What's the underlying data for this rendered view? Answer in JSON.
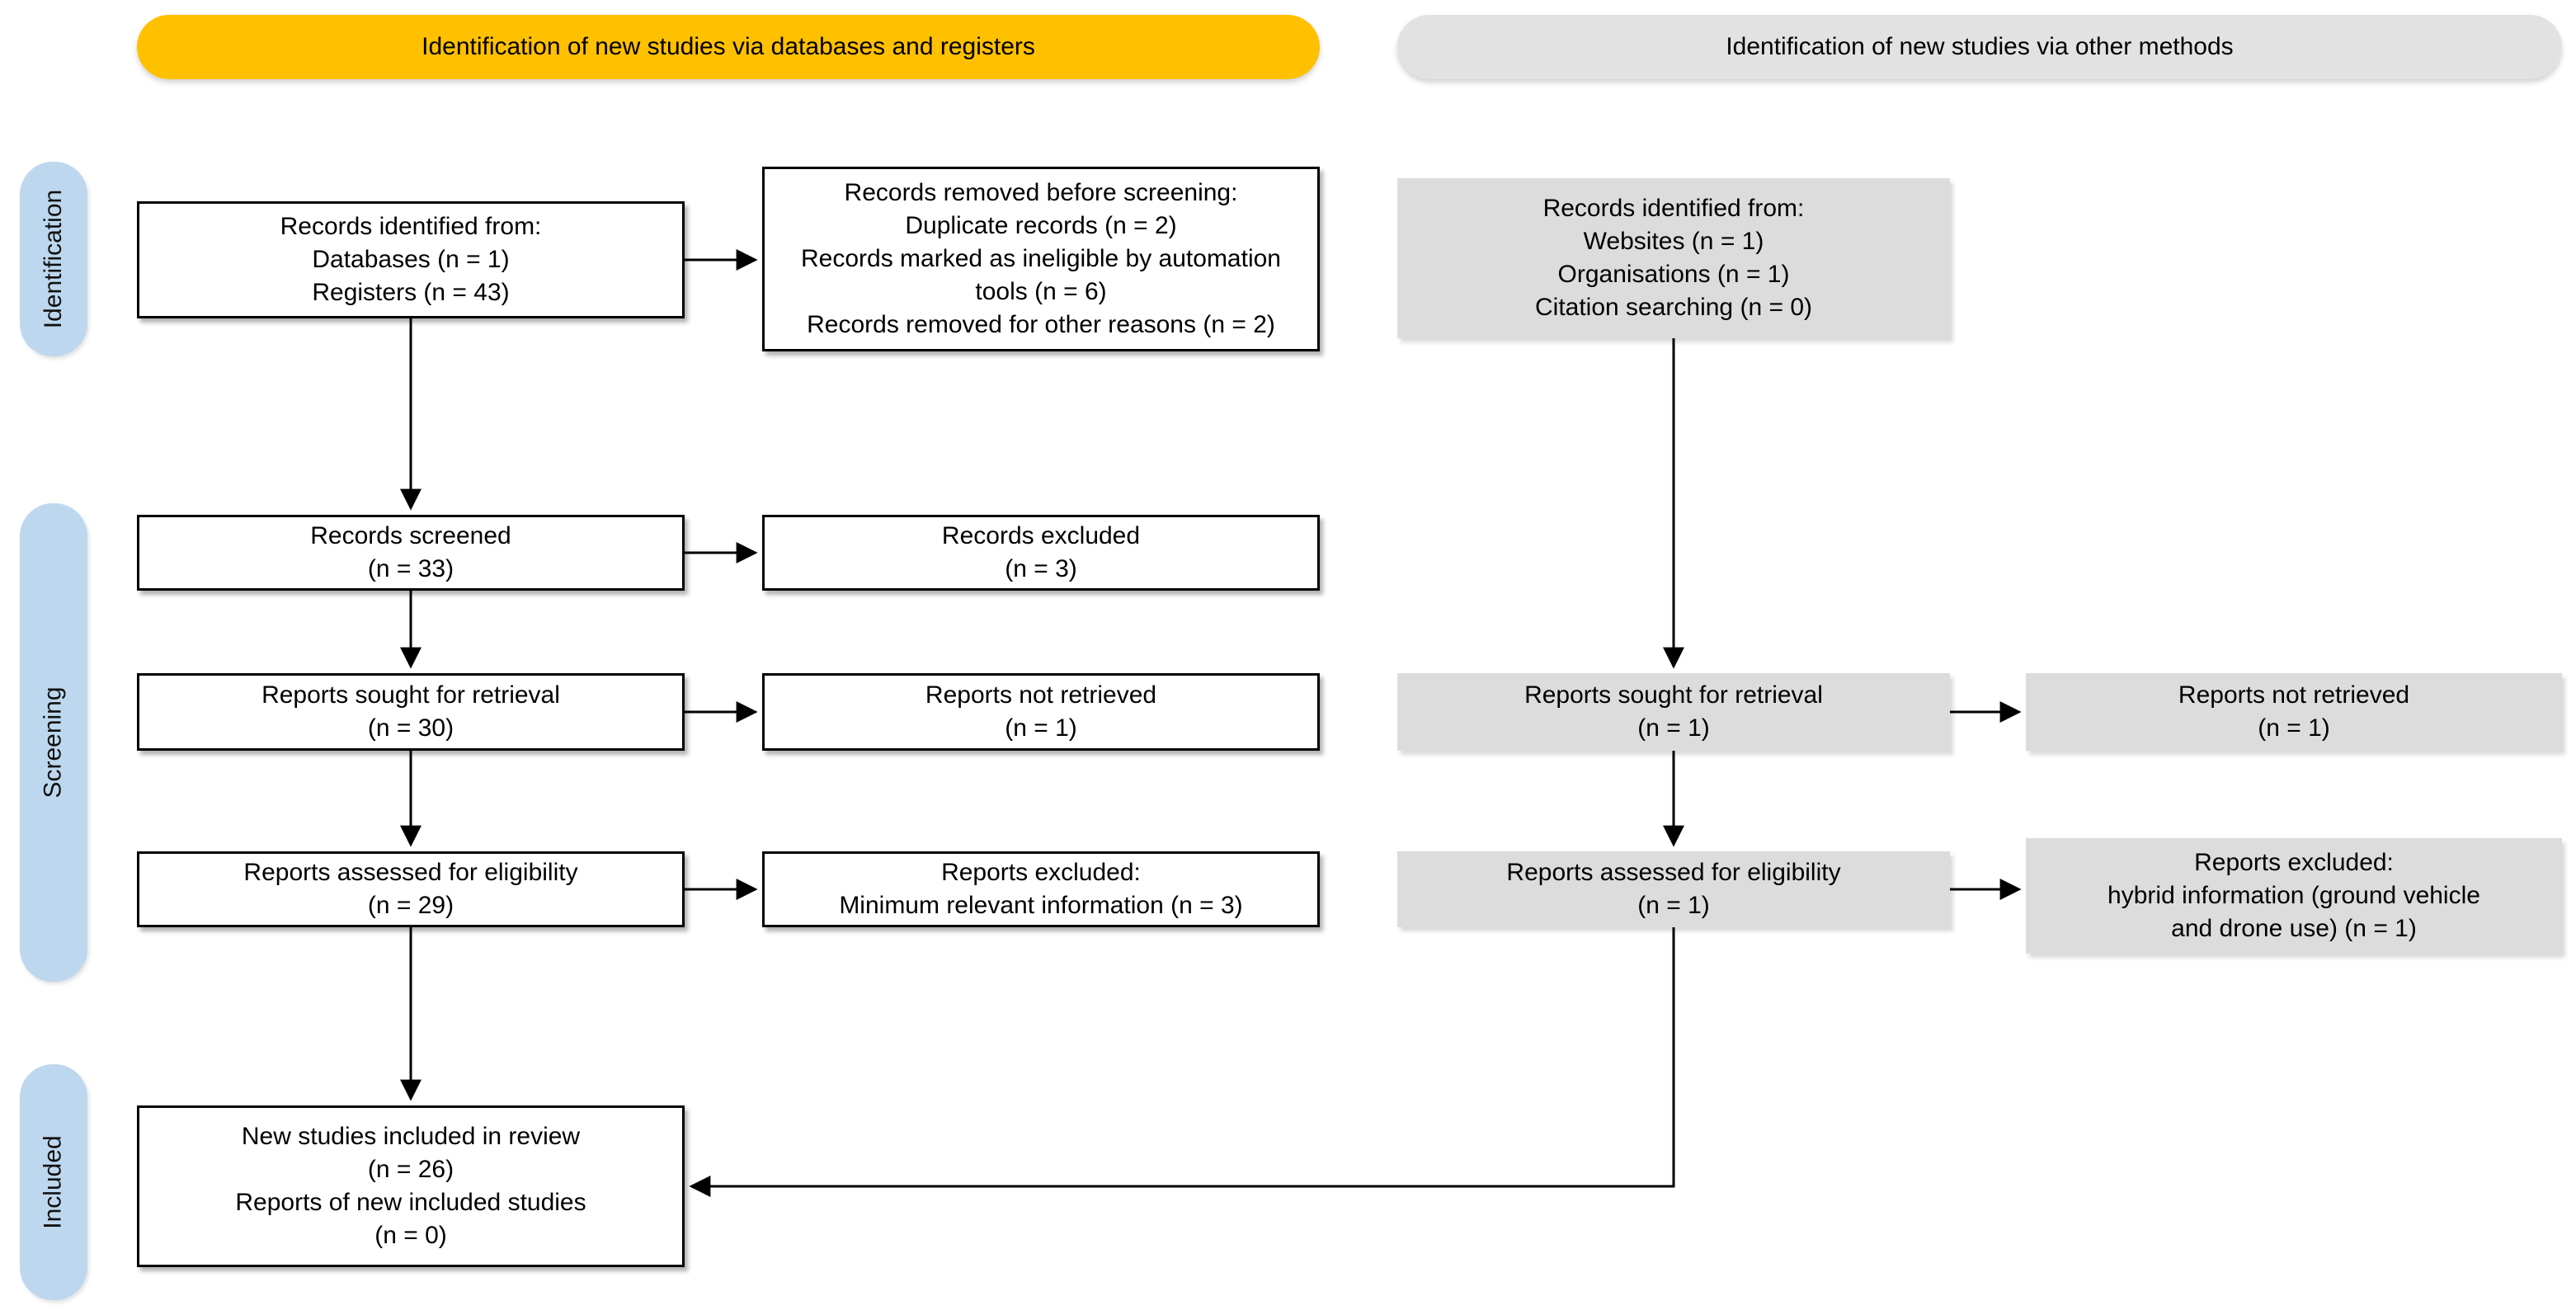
{
  "headers": {
    "databases_registers": "Identification of new studies via databases and registers",
    "other_methods": "Identification of new studies via other methods"
  },
  "stages": {
    "identification": "Identification",
    "screening": "Screening",
    "included": "Included"
  },
  "colors": {
    "header_accent": "#FFC000",
    "header_gray": "#E2E2E2",
    "stage_blue": "#BDD7EE",
    "box_gray": "#DCDCDC",
    "box_border": "#000000",
    "arrow": "#000000",
    "background": "#FFFFFF"
  },
  "boxes": {
    "records_identified_db": "Records identified from:\nDatabases (n = 1)\nRegisters (n = 43)",
    "records_removed": "Records removed before screening:\nDuplicate records (n = 2)\nRecords marked as ineligible by automation\ntools (n = 6)\nRecords removed for other reasons (n = 2)",
    "records_screened": "Records screened\n(n = 33)",
    "records_excluded": "Records excluded\n(n = 3)",
    "reports_sought": "Reports sought for retrieval\n(n = 30)",
    "reports_not_retrieved": "Reports not retrieved\n(n = 1)",
    "reports_assessed": "Reports assessed for eligibility\n(n = 29)",
    "reports_excluded": "Reports excluded:\nMinimum relevant information (n = 3)",
    "included_studies": "New studies included in review\n(n = 26)\nReports of new included studies\n(n = 0)",
    "om_records_identified": "Records identified from:\nWebsites (n = 1)\nOrganisations (n = 1)\nCitation searching (n = 0)",
    "om_reports_sought": "Reports sought for retrieval\n(n = 1)",
    "om_reports_not_retrieved": "Reports not retrieved\n(n = 1)",
    "om_reports_assessed": "Reports assessed for eligibility\n(n = 1)",
    "om_reports_excluded": "Reports excluded:\nhybrid information (ground vehicle\nand drone use) (n = 1)"
  }
}
